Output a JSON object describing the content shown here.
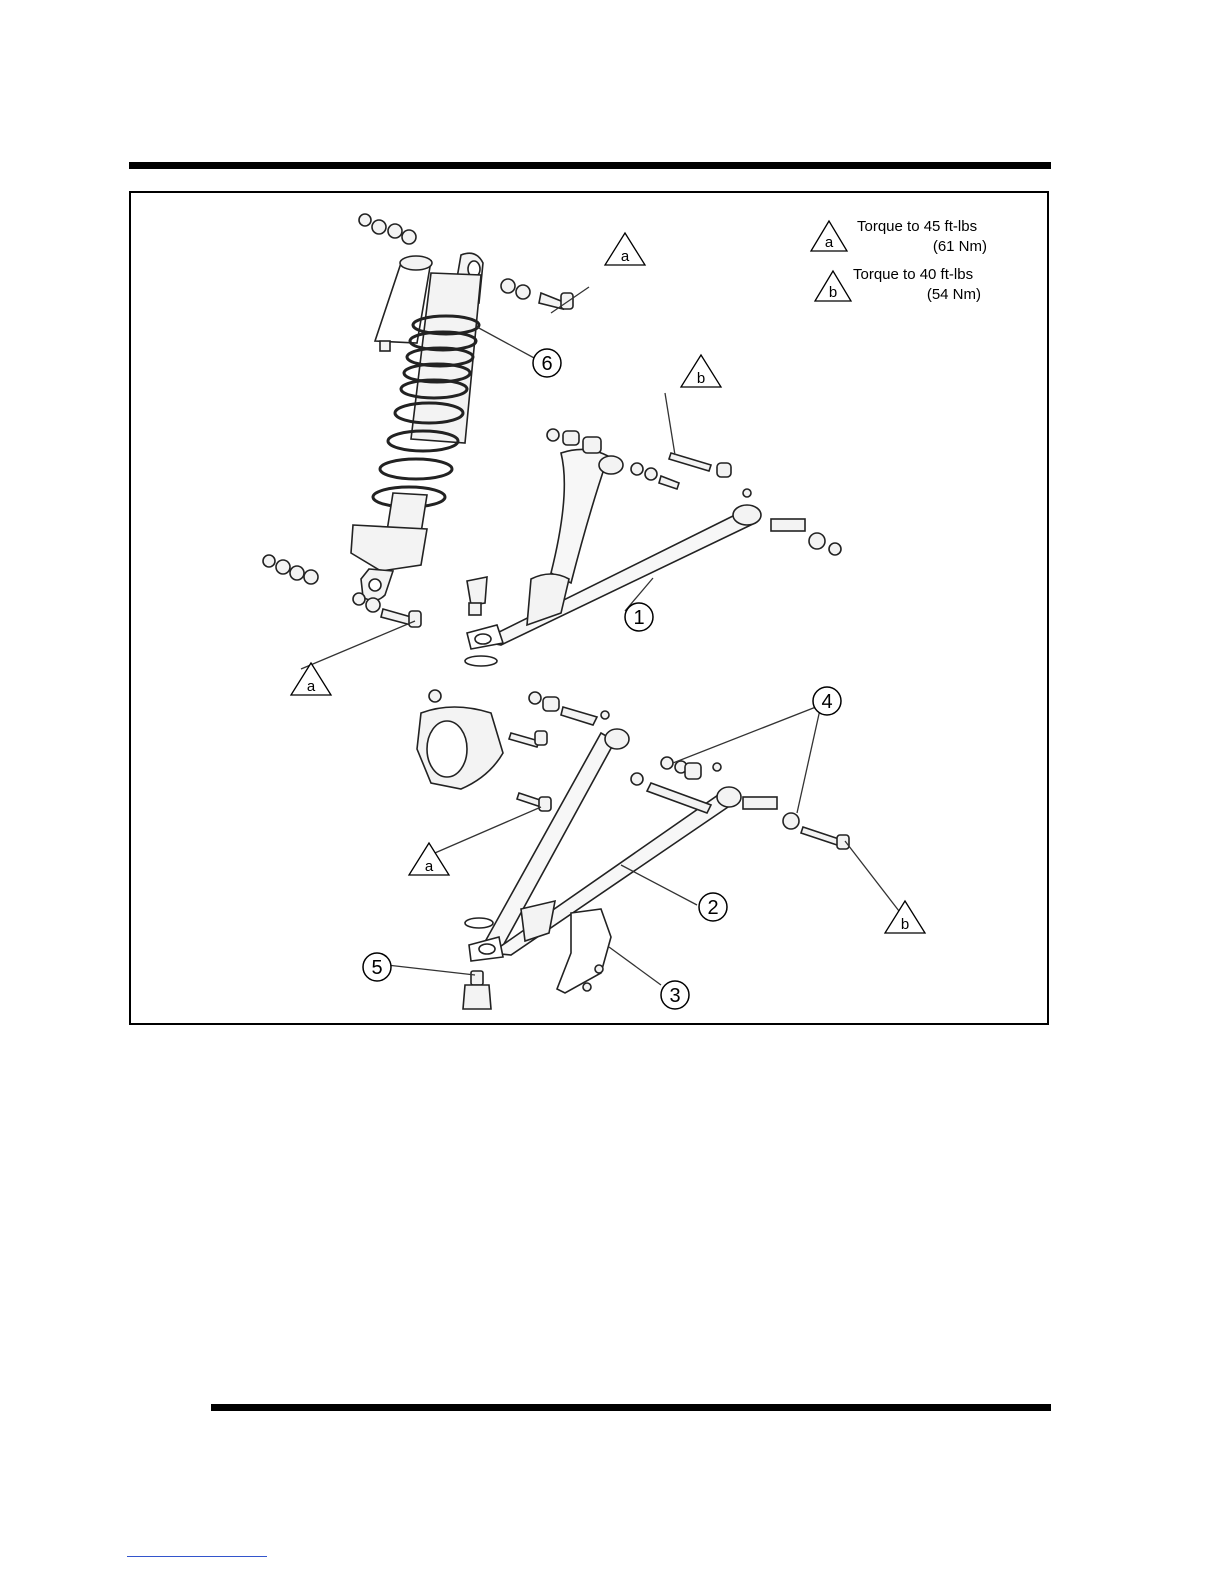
{
  "legend": {
    "torque_a_letter": "a",
    "torque_a_line1": "Torque to 45 ft-lbs",
    "torque_a_line2": "(61 Nm)",
    "torque_b_letter": "b",
    "torque_b_line1": "Torque to 40 ft-lbs",
    "torque_b_line2": "(54 Nm)"
  },
  "callouts": {
    "part1": "1",
    "part2": "2",
    "part3": "3",
    "part4": "4",
    "part5": "5",
    "part6": "6"
  },
  "torque_markers": {
    "a": "a",
    "b": "b"
  }
}
